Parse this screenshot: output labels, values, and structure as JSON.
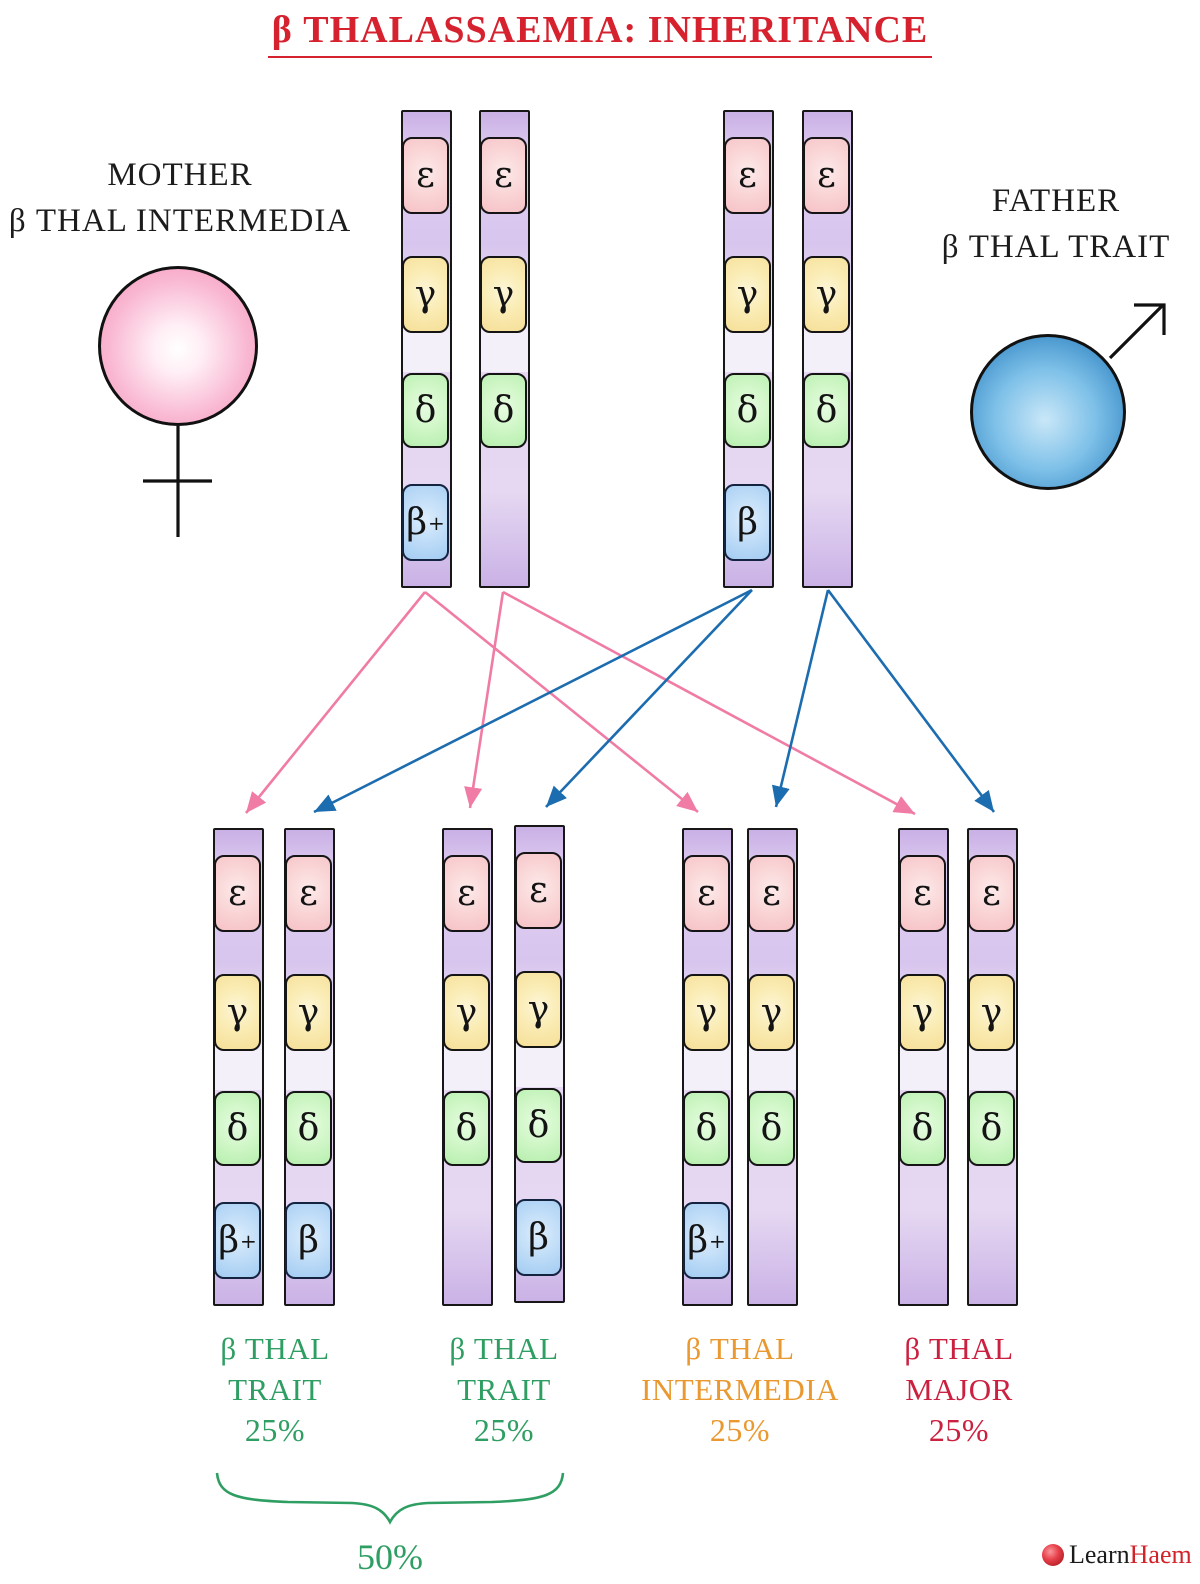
{
  "title": {
    "text": "β THALASSAEMIA: INHERITANCE",
    "color": "#d6212e"
  },
  "parents": {
    "mother": {
      "label_line1": "MOTHER",
      "label_line2": "β THAL INTERMEDIA",
      "symbol": "female-symbol",
      "symbol_color": "#f691ba",
      "chromosomes": [
        [
          "ε",
          "γ",
          "δ",
          "β+"
        ],
        [
          "ε",
          "γ",
          "δ"
        ]
      ]
    },
    "father": {
      "label_line1": "FATHER",
      "label_line2": "β THAL TRAIT",
      "symbol": "male-symbol",
      "symbol_color": "#1b73b8",
      "chromosomes": [
        [
          "ε",
          "γ",
          "δ",
          "β"
        ],
        [
          "ε",
          "γ",
          "δ"
        ]
      ]
    }
  },
  "genes": {
    "epsilon": "ε",
    "gamma": "γ",
    "delta": "δ",
    "beta": "β",
    "plus": "+"
  },
  "children": [
    {
      "label_line1": "β THAL",
      "label_line2": "TRAIT",
      "percent": "25%",
      "color": "#2f9e63",
      "chromosomes": [
        [
          "ε",
          "γ",
          "δ",
          "β+"
        ],
        [
          "ε",
          "γ",
          "δ",
          "β"
        ]
      ]
    },
    {
      "label_line1": "β THAL",
      "label_line2": "TRAIT",
      "percent": "25%",
      "color": "#2f9e63",
      "chromosomes": [
        [
          "ε",
          "γ",
          "δ"
        ],
        [
          "ε",
          "γ",
          "δ",
          "β"
        ]
      ]
    },
    {
      "label_line1": "β THAL",
      "label_line2": "INTERMEDIA",
      "percent": "25%",
      "color": "#e9992f",
      "chromosomes": [
        [
          "ε",
          "γ",
          "δ",
          "β+"
        ],
        [
          "ε",
          "γ",
          "δ"
        ]
      ]
    },
    {
      "label_line1": "β THAL",
      "label_line2": "MAJOR",
      "percent": "25%",
      "color": "#cc2040",
      "chromosomes": [
        [
          "ε",
          "γ",
          "δ"
        ],
        [
          "ε",
          "γ",
          "δ"
        ]
      ]
    }
  ],
  "combined": {
    "percent": "50%",
    "color": "#2f9e63"
  },
  "colors": {
    "mother_arrow": "#f07ca6",
    "father_arrow": "#1c6cb0",
    "chromosome_body": "#dccaf0",
    "gene_epsilon": "#f6c2c6",
    "gene_gamma": "#f6df98",
    "gene_delta": "#b7efae",
    "gene_beta": "#a3ccf2"
  },
  "logo": {
    "learn": "Learn",
    "haem": "Haem"
  }
}
